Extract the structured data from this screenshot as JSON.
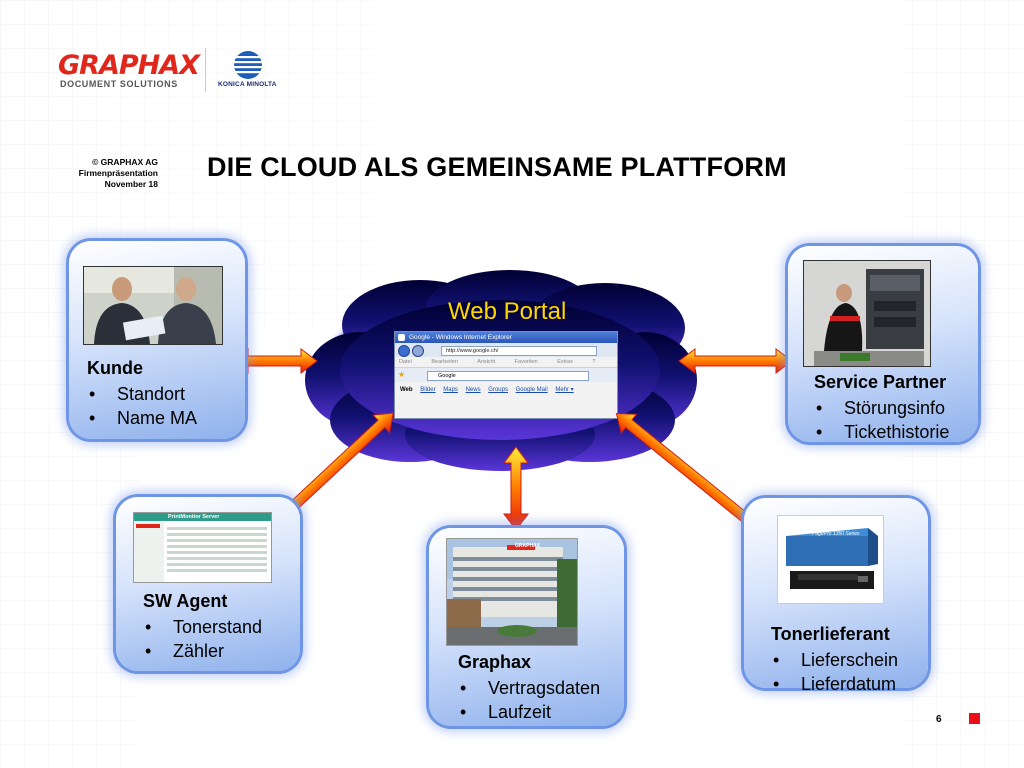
{
  "header": {
    "company": "© GRAPHAX AG",
    "presentation": "Firmenpräsentation",
    "date": "November 18",
    "title": "DIE CLOUD ALS GEMEINSAME PLATTFORM"
  },
  "logos": {
    "graphax_name": "GRAPHAX",
    "graphax_sub": "DOCUMENT SOLUTIONS",
    "partner_name": "KONICA MINOLTA"
  },
  "cloud": {
    "label": "Web Portal",
    "browser": {
      "title": "Google - Windows Internet Explorer",
      "url": "http://www.google.ch/",
      "menu": [
        "Datei",
        "Bearbeiten",
        "Ansicht",
        "Favoriten",
        "Extras",
        "?"
      ],
      "search_tab": "Google",
      "links": [
        "Web",
        "Bilder",
        "Maps",
        "News",
        "Groups",
        "Google Mail",
        "Mehr ▾"
      ]
    }
  },
  "nodes": {
    "kunde": {
      "title": "Kunde",
      "items": [
        "Standort",
        "Name MA"
      ]
    },
    "service_partner": {
      "title": "Service Partner",
      "items": [
        "Störungsinfo",
        "Tickethistorie"
      ]
    },
    "sw_agent": {
      "title": "SW Agent",
      "items": [
        "Tonerstand",
        "Zähler"
      ],
      "screen_title": "PrintMonitor Server"
    },
    "graphax": {
      "title": "Graphax",
      "items": [
        "Vertragsdaten",
        "Laufzeit"
      ],
      "building_sign": "GRAPHAX"
    },
    "tonerlieferant": {
      "title": "Tonerlieferant",
      "items": [
        "Lieferschein",
        "Lieferdatum"
      ],
      "product_label": "PagePro 1350 Series"
    }
  },
  "footer": {
    "page": "6"
  },
  "colors": {
    "accent_red": "#e8101a",
    "box_border": "#6f96e6",
    "cloud_dark": "#0a0a5a",
    "label_yellow": "#ffd700"
  }
}
